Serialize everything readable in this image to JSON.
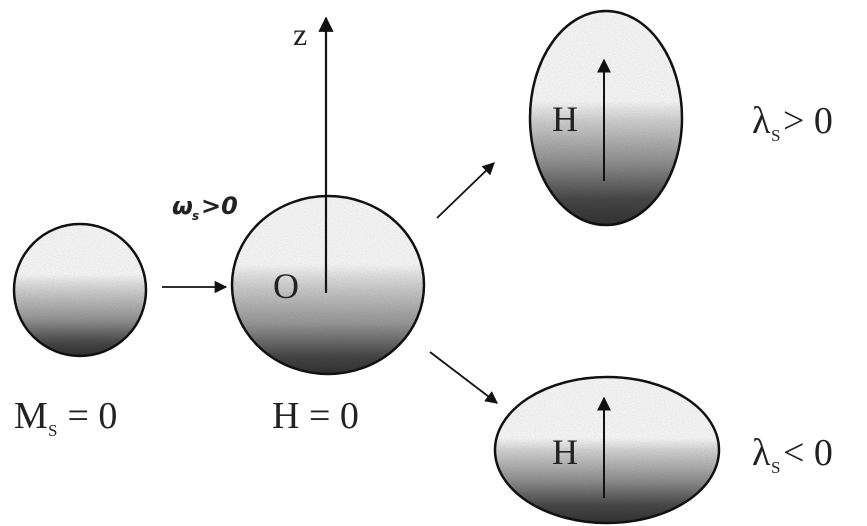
{
  "labels": {
    "z_axis": "z",
    "center_marker": "O",
    "field_up": "H",
    "field_down": "H",
    "omega": "ω",
    "omega_sub": "s",
    "omega_rel": ">0",
    "ms_main": "M",
    "ms_sub": "S",
    "ms_rel": " = 0",
    "h_zero": "H = 0",
    "lambda_pos_main": "λ",
    "lambda_pos_sub": "S",
    "lambda_pos_rel": " > 0",
    "lambda_neg_main": "λ",
    "lambda_neg_sub": "S",
    "lambda_neg_rel": "< 0"
  },
  "colors": {
    "outline": "#111111",
    "shade_dark": "#3c3c3c",
    "shade_light": "#d9d9d9"
  }
}
